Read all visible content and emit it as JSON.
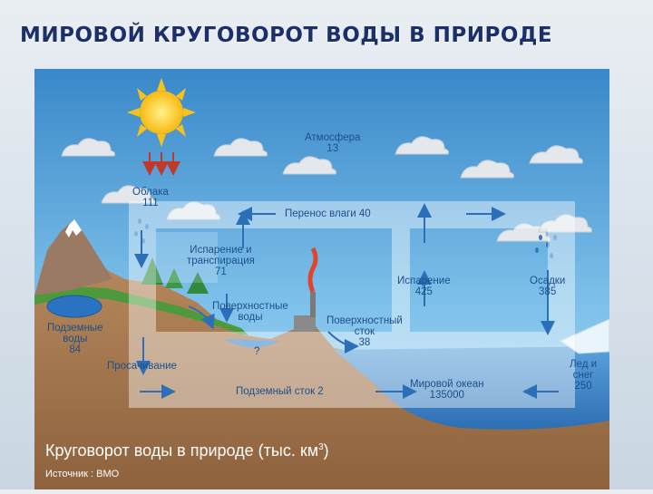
{
  "title": "МИРОВОЙ КРУГОВОРОТ ВОДЫ В ПРИРОДЕ",
  "labels": {
    "atmosphere_name": "Атмосфера",
    "atmosphere_value": "13",
    "clouds_name": "Облака",
    "clouds_value": "111",
    "moisture_transfer": "Перенос влаги 40",
    "evapotranspiration_line1": "Испарение и",
    "evapotranspiration_line2": "транспирация",
    "evapotranspiration_value": "71",
    "surface_waters_line1": "Поверхностные",
    "surface_waters_line2": "воды",
    "surface_waters_value": "?",
    "surface_runoff_line1": "Поверхностный",
    "surface_runoff_line2": "сток",
    "surface_runoff_value": "38",
    "evaporation_name": "Испарение",
    "evaporation_value": "425",
    "precipitation_name": "Осадки",
    "precipitation_value": "385",
    "groundwater_line1": "Подземные",
    "groundwater_line2": "воды",
    "groundwater_value": "84",
    "infiltration": "Просачивание",
    "groundwater_runoff": "Подземный сток 2",
    "ocean_name": "Мировой океан",
    "ocean_value": "135000",
    "ice_line1": "Лед и",
    "ice_line2": "снег",
    "ice_value": "250"
  },
  "caption_main": "Круговорот воды в природе (тыс. км",
  "caption_sup": "3",
  "caption_close": ")",
  "source": "Источник : ВМО",
  "colors": {
    "title": "#1b2f6b",
    "label": "#1d4f8c",
    "sky_top": "#3a88c9",
    "sky_bottom": "#a9d8f2",
    "ground": "#a87a52",
    "ocean": "#3f86c8",
    "sun": "#f7c21a",
    "sun_ray_arrows": "#c0392b"
  }
}
